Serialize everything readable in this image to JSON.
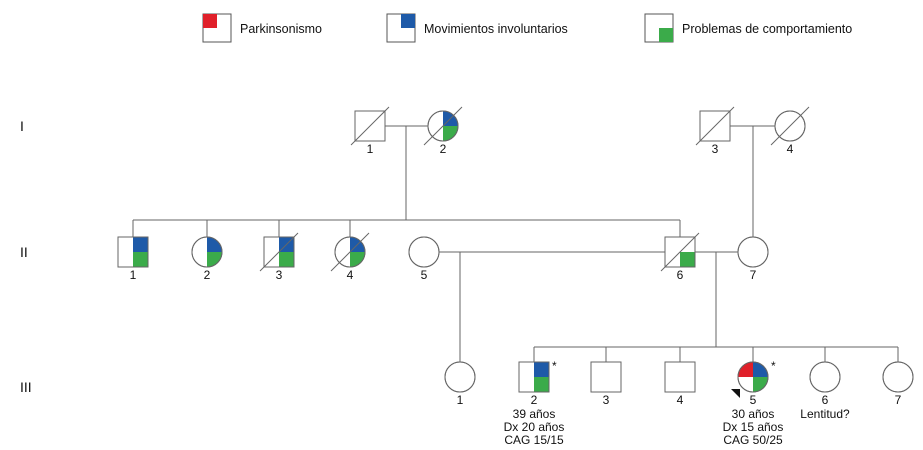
{
  "colors": {
    "parkinsonism": "#e0202a",
    "involuntary": "#1e5aa8",
    "behavior": "#3bab4a"
  },
  "legend": [
    {
      "label": "Parkinsonismo",
      "quadrant": "tl",
      "color_key": "parkinsonism"
    },
    {
      "label": "Movimientos involuntarios",
      "quadrant": "tr",
      "color_key": "involuntary"
    },
    {
      "label": "Problemas de comportamiento",
      "quadrant": "br",
      "color_key": "behavior"
    }
  ],
  "generations": [
    "I",
    "II",
    "III"
  ],
  "individuals": {
    "I-1": {
      "label": "1",
      "sex": "male",
      "deceased": true,
      "affected": []
    },
    "I-2": {
      "label": "2",
      "sex": "female",
      "deceased": true,
      "affected": [
        "tr",
        "br"
      ]
    },
    "I-3": {
      "label": "3",
      "sex": "male",
      "deceased": true,
      "affected": []
    },
    "I-4": {
      "label": "4",
      "sex": "female",
      "deceased": true,
      "affected": []
    },
    "II-1": {
      "label": "1",
      "sex": "male",
      "deceased": false,
      "affected": [
        "tr",
        "br"
      ]
    },
    "II-2": {
      "label": "2",
      "sex": "female",
      "deceased": false,
      "affected": [
        "tr",
        "br"
      ]
    },
    "II-3": {
      "label": "3",
      "sex": "male",
      "deceased": true,
      "affected": [
        "tr",
        "br"
      ]
    },
    "II-4": {
      "label": "4",
      "sex": "female",
      "deceased": true,
      "affected": [
        "tr",
        "br"
      ]
    },
    "II-5": {
      "label": "5",
      "sex": "female",
      "deceased": false,
      "affected": []
    },
    "II-6": {
      "label": "6",
      "sex": "male",
      "deceased": true,
      "affected": [
        "br"
      ]
    },
    "II-7": {
      "label": "7",
      "sex": "female",
      "deceased": false,
      "affected": []
    },
    "III-1": {
      "label": "1",
      "sex": "female",
      "deceased": false,
      "affected": []
    },
    "III-2": {
      "label": "2",
      "sex": "male",
      "deceased": false,
      "affected": [
        "tr",
        "br"
      ],
      "asterisk": "*",
      "notes": [
        "39 años",
        "Dx 20 años",
        "CAG 15/15"
      ]
    },
    "III-3": {
      "label": "3",
      "sex": "male",
      "deceased": false,
      "affected": []
    },
    "III-4": {
      "label": "4",
      "sex": "male",
      "deceased": false,
      "affected": []
    },
    "III-5": {
      "label": "5",
      "sex": "female",
      "deceased": false,
      "affected": [
        "tl",
        "tr",
        "br"
      ],
      "asterisk": "*",
      "proband": true,
      "notes": [
        "30 años",
        "Dx 15 años",
        "CAG 50/25"
      ]
    },
    "III-6": {
      "label": "6",
      "sex": "female",
      "deceased": false,
      "affected": [],
      "notes": [
        "Lentitud?"
      ]
    },
    "III-7": {
      "label": "7",
      "sex": "female",
      "deceased": false,
      "affected": []
    }
  }
}
